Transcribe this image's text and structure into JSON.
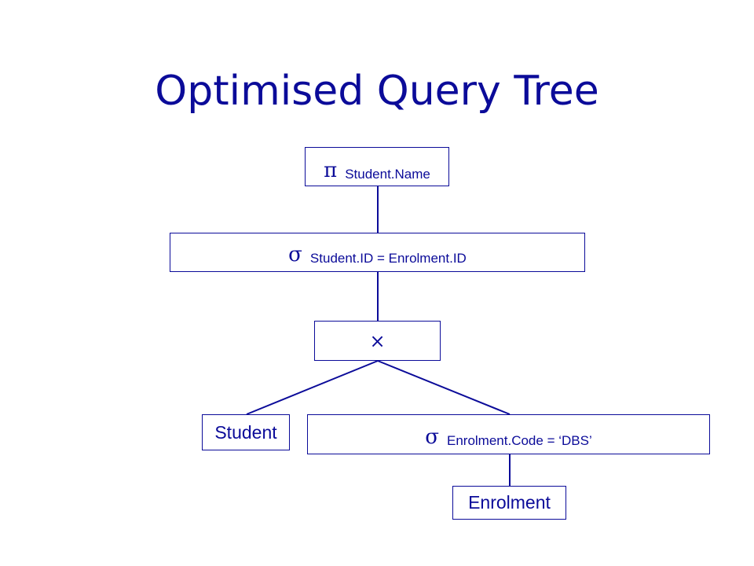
{
  "title": "Optimised Query Tree",
  "colors": {
    "accent": "#0b0b99",
    "background": "#ffffff"
  },
  "tree": {
    "project": {
      "symbol": "π",
      "condition": "Student.Name"
    },
    "select_join": {
      "symbol": "σ",
      "condition": "Student.ID = Enrolment.ID"
    },
    "product": {
      "symbol": "×"
    },
    "student": {
      "label": "Student"
    },
    "select_code": {
      "symbol": "σ",
      "condition": "Enrolment.Code = ‘DBS’"
    },
    "enrolment": {
      "label": "Enrolment"
    }
  }
}
